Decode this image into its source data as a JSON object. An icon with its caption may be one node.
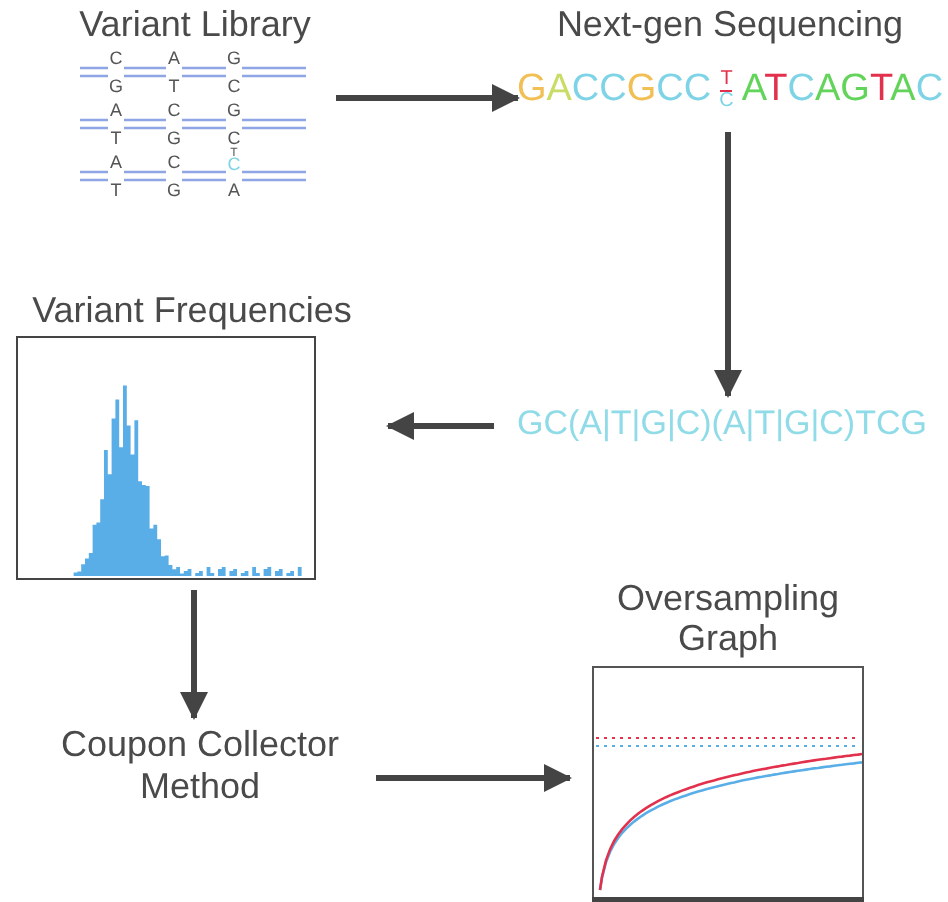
{
  "diagram": {
    "nodes": [
      {
        "text": [
          "Variant Library"
        ]
      },
      {
        "text": [
          "Next-gen Sequencing",
          "GACCGCC",
          "T",
          "C",
          "ATCAGTAC"
        ]
      },
      {
        "text": [
          "GC(A|T|G|C)(A|T|G|C)TCG"
        ]
      },
      {
        "text": [
          "Variant Frequencies"
        ]
      },
      {
        "text": [
          "Coupon Collector Method"
        ]
      },
      {
        "text": [
          "Oversampling Graph"
        ]
      }
    ],
    "edges": [
      {
        "from": 0,
        "to": 1,
        "arrow": "to"
      },
      {
        "from": 1,
        "to": 2,
        "arrow": "to"
      },
      {
        "from": 2,
        "to": 3,
        "arrow": "to"
      },
      {
        "from": 3,
        "to": 4,
        "arrow": "to"
      },
      {
        "from": 4,
        "to": 5,
        "arrow": "to"
      }
    ],
    "labels": [
      "C",
      "A",
      "G",
      "G",
      "T",
      "C",
      "A",
      "C",
      "G",
      "T",
      "G",
      "C",
      "A",
      "C",
      "T",
      "C",
      "T",
      "G",
      "A"
    ]
  }
}
